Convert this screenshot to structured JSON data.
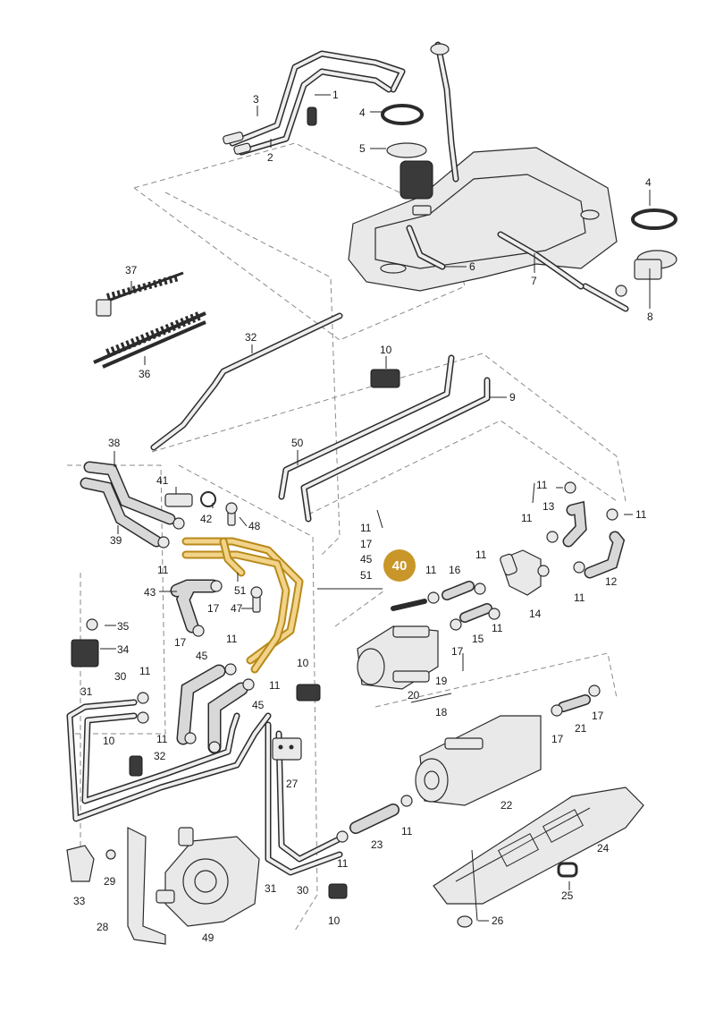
{
  "highlight": {
    "badge": "40",
    "color": "#c9962a",
    "list": [
      "11",
      "17",
      "45",
      "51"
    ]
  },
  "callouts": {
    "c1": "1",
    "c2": "2",
    "c3": "3",
    "c4a": "4",
    "c4b": "4",
    "c5": "5",
    "c6": "6",
    "c7": "7",
    "c8": "8",
    "c9": "9",
    "c10a": "10",
    "c10b": "10",
    "c10c": "10",
    "c10d": "10",
    "c11a": "11",
    "c11b": "11",
    "c11c": "11",
    "c11d": "11",
    "c11e": "11",
    "c11f": "11",
    "c11g": "11",
    "c11h": "11",
    "c11i": "11",
    "c11j": "11",
    "c11k": "11",
    "c11l": "11",
    "c11m": "11",
    "c11n": "11",
    "c12": "12",
    "c13": "13",
    "c14": "14",
    "c15": "15",
    "c16": "16",
    "c17a": "17",
    "c17b": "17",
    "c17c": "17",
    "c17d": "17",
    "c17e": "17",
    "c18": "18",
    "c19": "19",
    "c20": "20",
    "c21": "21",
    "c22": "22",
    "c23": "23",
    "c24": "24",
    "c25": "25",
    "c26": "26",
    "c27": "27",
    "c28": "28",
    "c29": "29",
    "c30a": "30",
    "c30b": "30",
    "c31a": "31",
    "c31b": "31",
    "c32a": "32",
    "c32b": "32",
    "c33": "33",
    "c34": "34",
    "c35": "35",
    "c36": "36",
    "c37": "37",
    "c38": "38",
    "c39": "39",
    "c41": "41",
    "c42": "42",
    "c43": "43",
    "c45a": "45",
    "c45b": "45",
    "c47": "47",
    "c48": "48",
    "c49": "49",
    "c50": "50",
    "c51": "51"
  }
}
